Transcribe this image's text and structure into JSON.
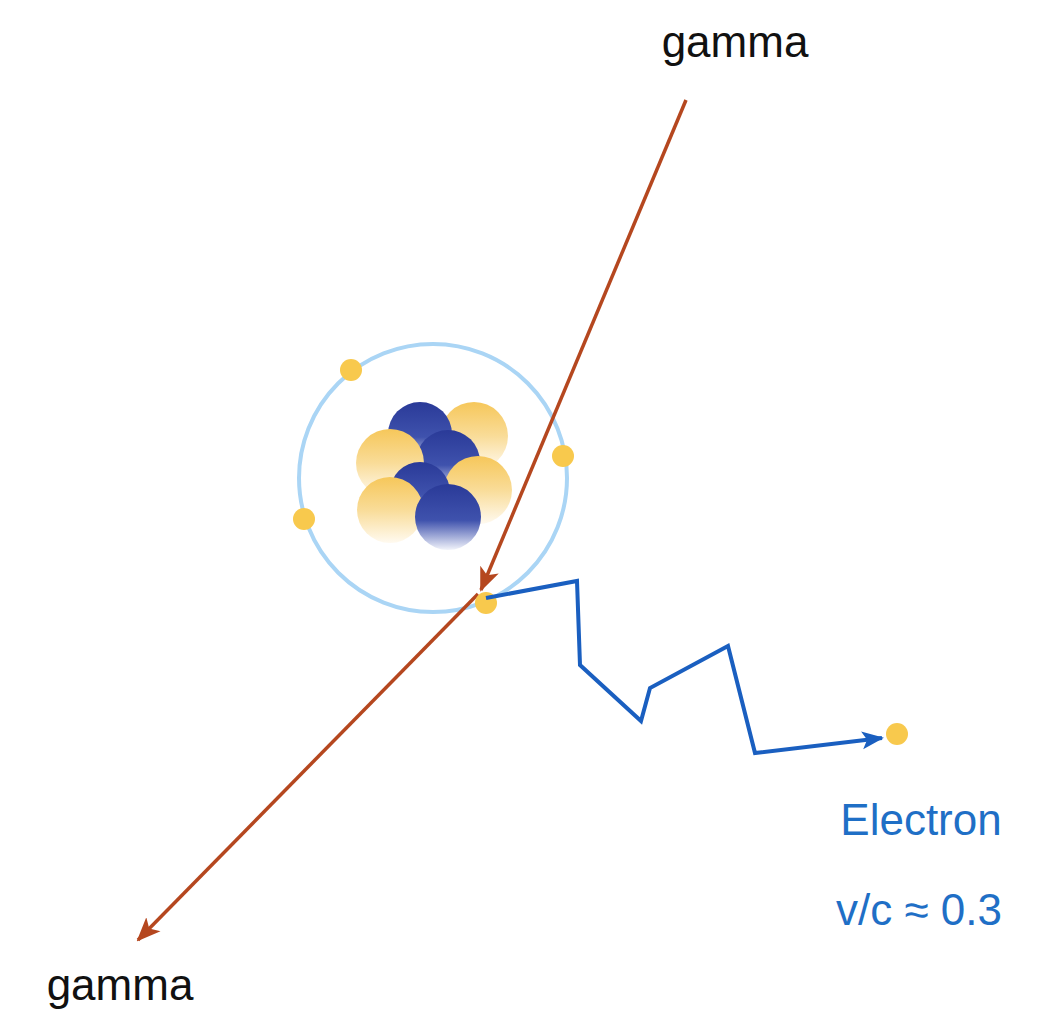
{
  "diagram": {
    "labels": [
      "gamma",
      "gamma",
      "Electron",
      "v/c ≈ 0.3"
    ]
  }
}
